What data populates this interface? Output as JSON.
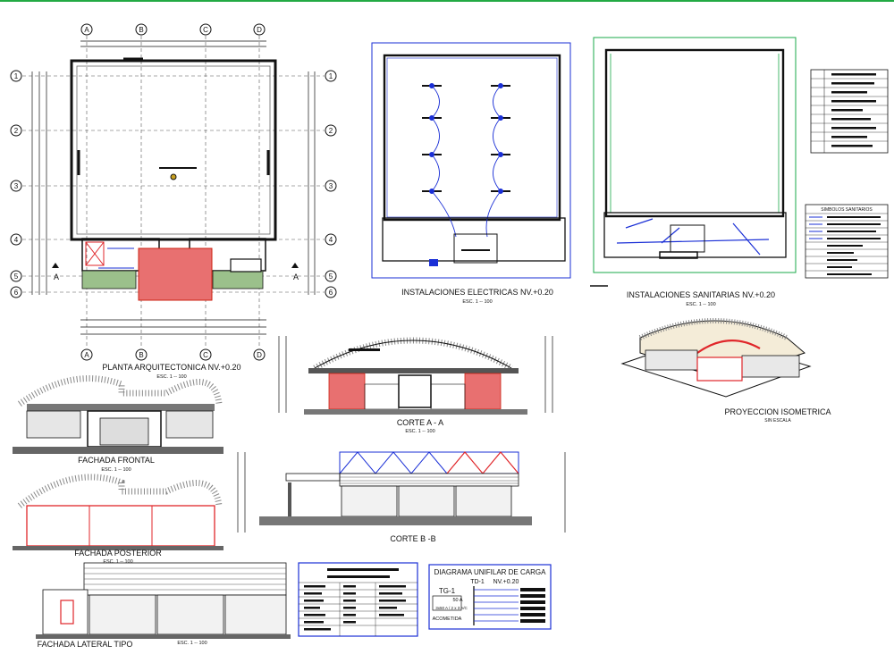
{
  "sheet": {
    "border_color": "#22aa44",
    "titles": {
      "planta": "PLANTA ARQUITECTONICA NV.+0.20",
      "electricas": "INSTALACIONES ELECTRICAS NV.+0.20",
      "sanitarias": "INSTALACIONES SANITARIAS NV.+0.20",
      "isometrica": "PROYECCION ISOMETRICA",
      "isometrica_scale": "SIN ESCALA",
      "corte_aa": "CORTE A - A",
      "corte_bb": "CORTE B -B",
      "fachada_frontal": "FACHADA FRONTAL",
      "fachada_posterior": "FACHADA POSTERIOR",
      "fachada_lateral": "FACHADA LATERAL TIPO",
      "diagrama": "DIAGRAMA UNIFILAR DE CARGA"
    },
    "scale_label": "ESC. 1 -- 100",
    "grid_axes_letters": [
      "A",
      "B",
      "C",
      "D"
    ],
    "grid_axes_numbers": [
      "1",
      "2",
      "3",
      "4",
      "5",
      "6"
    ],
    "section_marks": [
      "A",
      "A"
    ],
    "legend_sanitarios_title": "SIMBOLOS SANITARIOS",
    "diagrama": {
      "tg": "TG-1",
      "td": "TD-1",
      "td_level": "NV.+0.20",
      "breaker": "50 A",
      "breaker_desc": "3x50 A / 2 x 3 A/C",
      "acometida": "ACOMETIDA"
    },
    "colors": {
      "linework": "#111111",
      "blue": "#1a2fd6",
      "red": "#e0262a",
      "green": "#1aa84a",
      "gray": "#888888"
    }
  }
}
